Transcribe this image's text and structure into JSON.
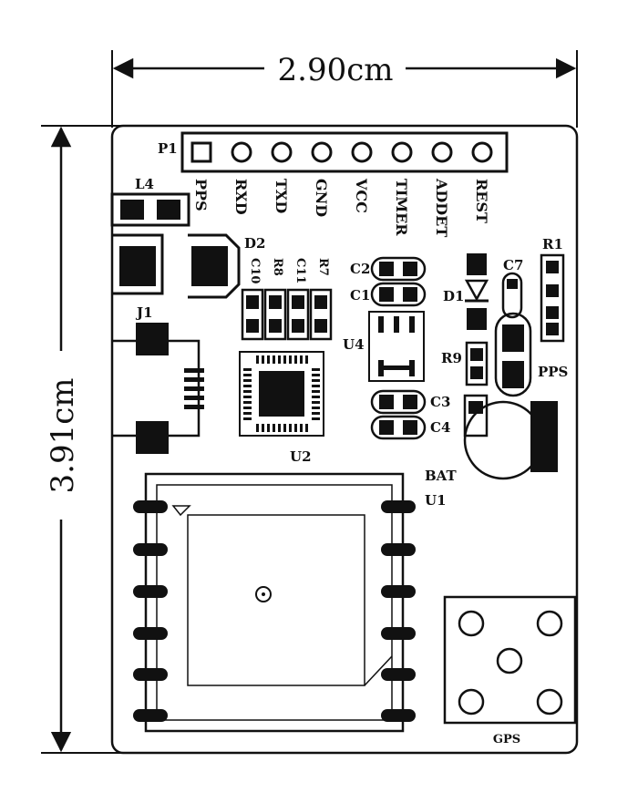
{
  "dimensions": {
    "width": "2.90cm",
    "height": "3.91cm"
  },
  "header": {
    "label": "P1",
    "pins": [
      "PPS",
      "RXD",
      "TXD",
      "GND",
      "VCC",
      "TIMER",
      "ADDET",
      "REST"
    ]
  },
  "components": {
    "L4": "L4",
    "D2": "D2",
    "J1": "J1",
    "C10": "C10",
    "R8": "R8",
    "C11": "C11",
    "R7": "R7",
    "C2": "C2",
    "C1": "C1",
    "U4": "U4",
    "C7": "C7",
    "D1": "D1",
    "R1": "R1",
    "R9": "R9",
    "PPS": "PPS",
    "C3": "C3",
    "C4": "C4",
    "U2": "U2",
    "BAT": "BAT",
    "U1": "U1",
    "GPS": "GPS"
  }
}
